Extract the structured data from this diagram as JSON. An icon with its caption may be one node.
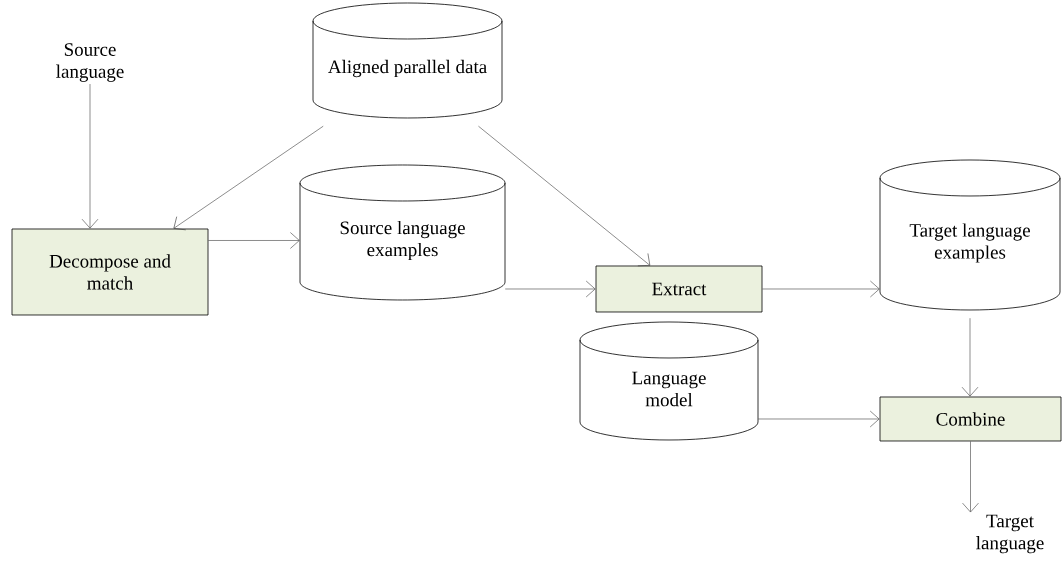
{
  "diagram": {
    "nodes": [
      {
        "text": [
          "Source language"
        ]
      },
      {
        "text": [
          "Aligned parallel data"
        ]
      },
      {
        "text": [
          "Decompose and match"
        ]
      },
      {
        "text": [
          "Source language examples"
        ]
      },
      {
        "text": [
          "Extract"
        ]
      },
      {
        "text": [
          "Target language examples"
        ]
      },
      {
        "text": [
          "Language model"
        ]
      },
      {
        "text": [
          "Combine"
        ]
      },
      {
        "text": [
          "Target language"
        ]
      }
    ],
    "edges": [
      {
        "from": 0,
        "to": 2,
        "arrow": "to"
      },
      {
        "from": 1,
        "to": 2,
        "arrow": "to"
      },
      {
        "from": 2,
        "to": 3,
        "arrow": "to"
      },
      {
        "from": 3,
        "to": 4,
        "arrow": "to"
      },
      {
        "from": 1,
        "to": 4,
        "arrow": "to"
      },
      {
        "from": 4,
        "to": 5,
        "arrow": "to"
      },
      {
        "from": 5,
        "to": 7,
        "arrow": "to"
      },
      {
        "from": 6,
        "to": 7,
        "arrow": "to"
      },
      {
        "from": 7,
        "to": 8,
        "arrow": "to"
      }
    ]
  }
}
